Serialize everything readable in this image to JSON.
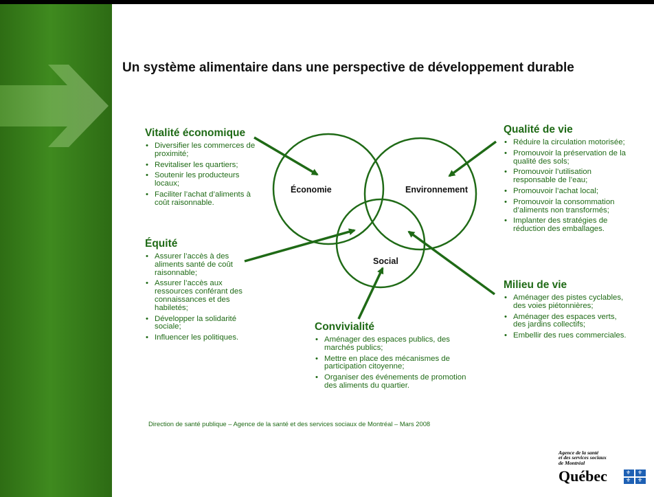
{
  "title": "Un système alimentaire dans une perspective de développement durable",
  "diagram": {
    "circles": {
      "economie": "Économie",
      "environnement": "Environnement",
      "social": "Social"
    }
  },
  "sections": {
    "vitalite": {
      "title": "Vitalité économique",
      "items": [
        "Diversifier les commerces de proximité;",
        "Revitaliser les quartiers;",
        "Soutenir les producteurs locaux;",
        "Faciliter l’achat d’aliments à coût raisonnable."
      ]
    },
    "equite": {
      "title": "Équité",
      "items": [
        "Assurer l’accès à des aliments santé de coût raisonnable;",
        "Assurer l’accès aux ressources conférant des connaissances et des habiletés;",
        "Développer la solidarité sociale;",
        "Influencer les politiques."
      ]
    },
    "qualite": {
      "title": "Qualité de vie",
      "items": [
        "Réduire la circulation motorisée;",
        "Promouvoir la préservation de la qualité des sols;",
        "Promouvoir l’utilisation responsable de l’eau;",
        "Promouvoir l’achat local;",
        "Promouvoir la consommation d’aliments non transformés;",
        "Implanter des stratégies de réduction des emballages."
      ]
    },
    "milieu": {
      "title": "Milieu de vie",
      "items": [
        "Aménager des pistes cyclables, des voies piétonnières;",
        "Aménager des espaces verts, des jardins collectifs;",
        "Embellir des rues commerciales."
      ]
    },
    "convivialite": {
      "title": "Convivialité",
      "items": [
        "Aménager des espaces publics, des marchés publics;",
        "Mettre en place des mécanismes de participation citoyenne;",
        "Organiser des événements de promotion des aliments du quartier."
      ]
    }
  },
  "footer": "Direction de santé publique – Agence de la santé et des services sociaux de Montréal – Mars 2008",
  "logo": {
    "agency_lines": [
      "Agence de la santé",
      "et des services sociaux",
      "de Montréal"
    ],
    "wordmark": "Québec"
  },
  "colors": {
    "accent_green": "#1f6a16",
    "band_green": "#3f8a1f",
    "quebec_blue": "#1d60b4"
  }
}
